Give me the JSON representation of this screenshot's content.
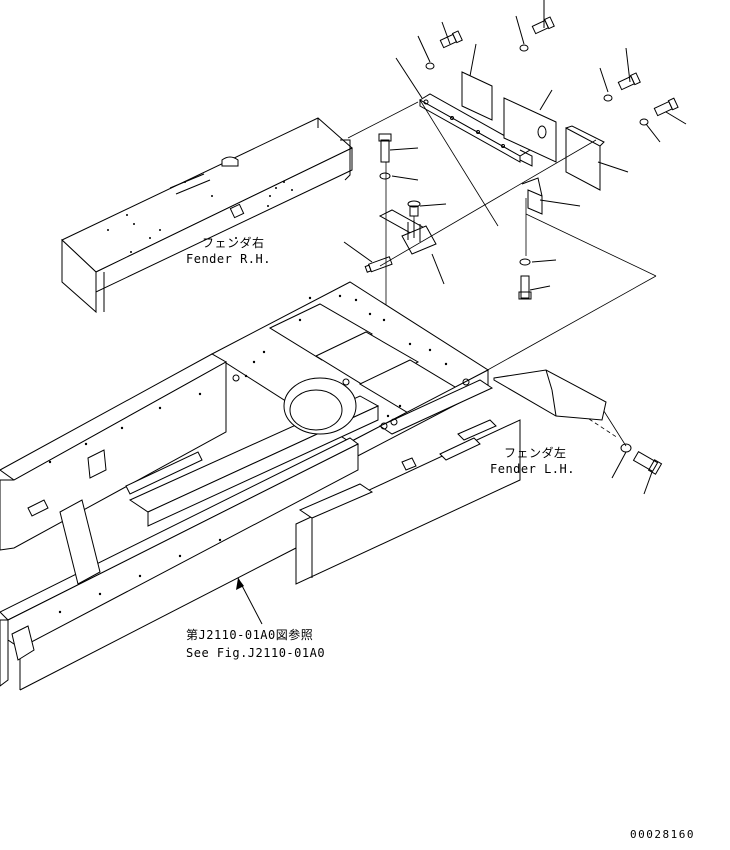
{
  "labels": {
    "fender_rh_jp": "フェンダ右",
    "fender_rh_en": "Fender R.H.",
    "fender_lh_jp": "フェンダ左",
    "fender_lh_en": "Fender L.H.",
    "see_fig_jp": "第J2110-01A0図参照",
    "see_fig_en": "See Fig.J2110-01A0"
  },
  "drawing_number": "00028160"
}
